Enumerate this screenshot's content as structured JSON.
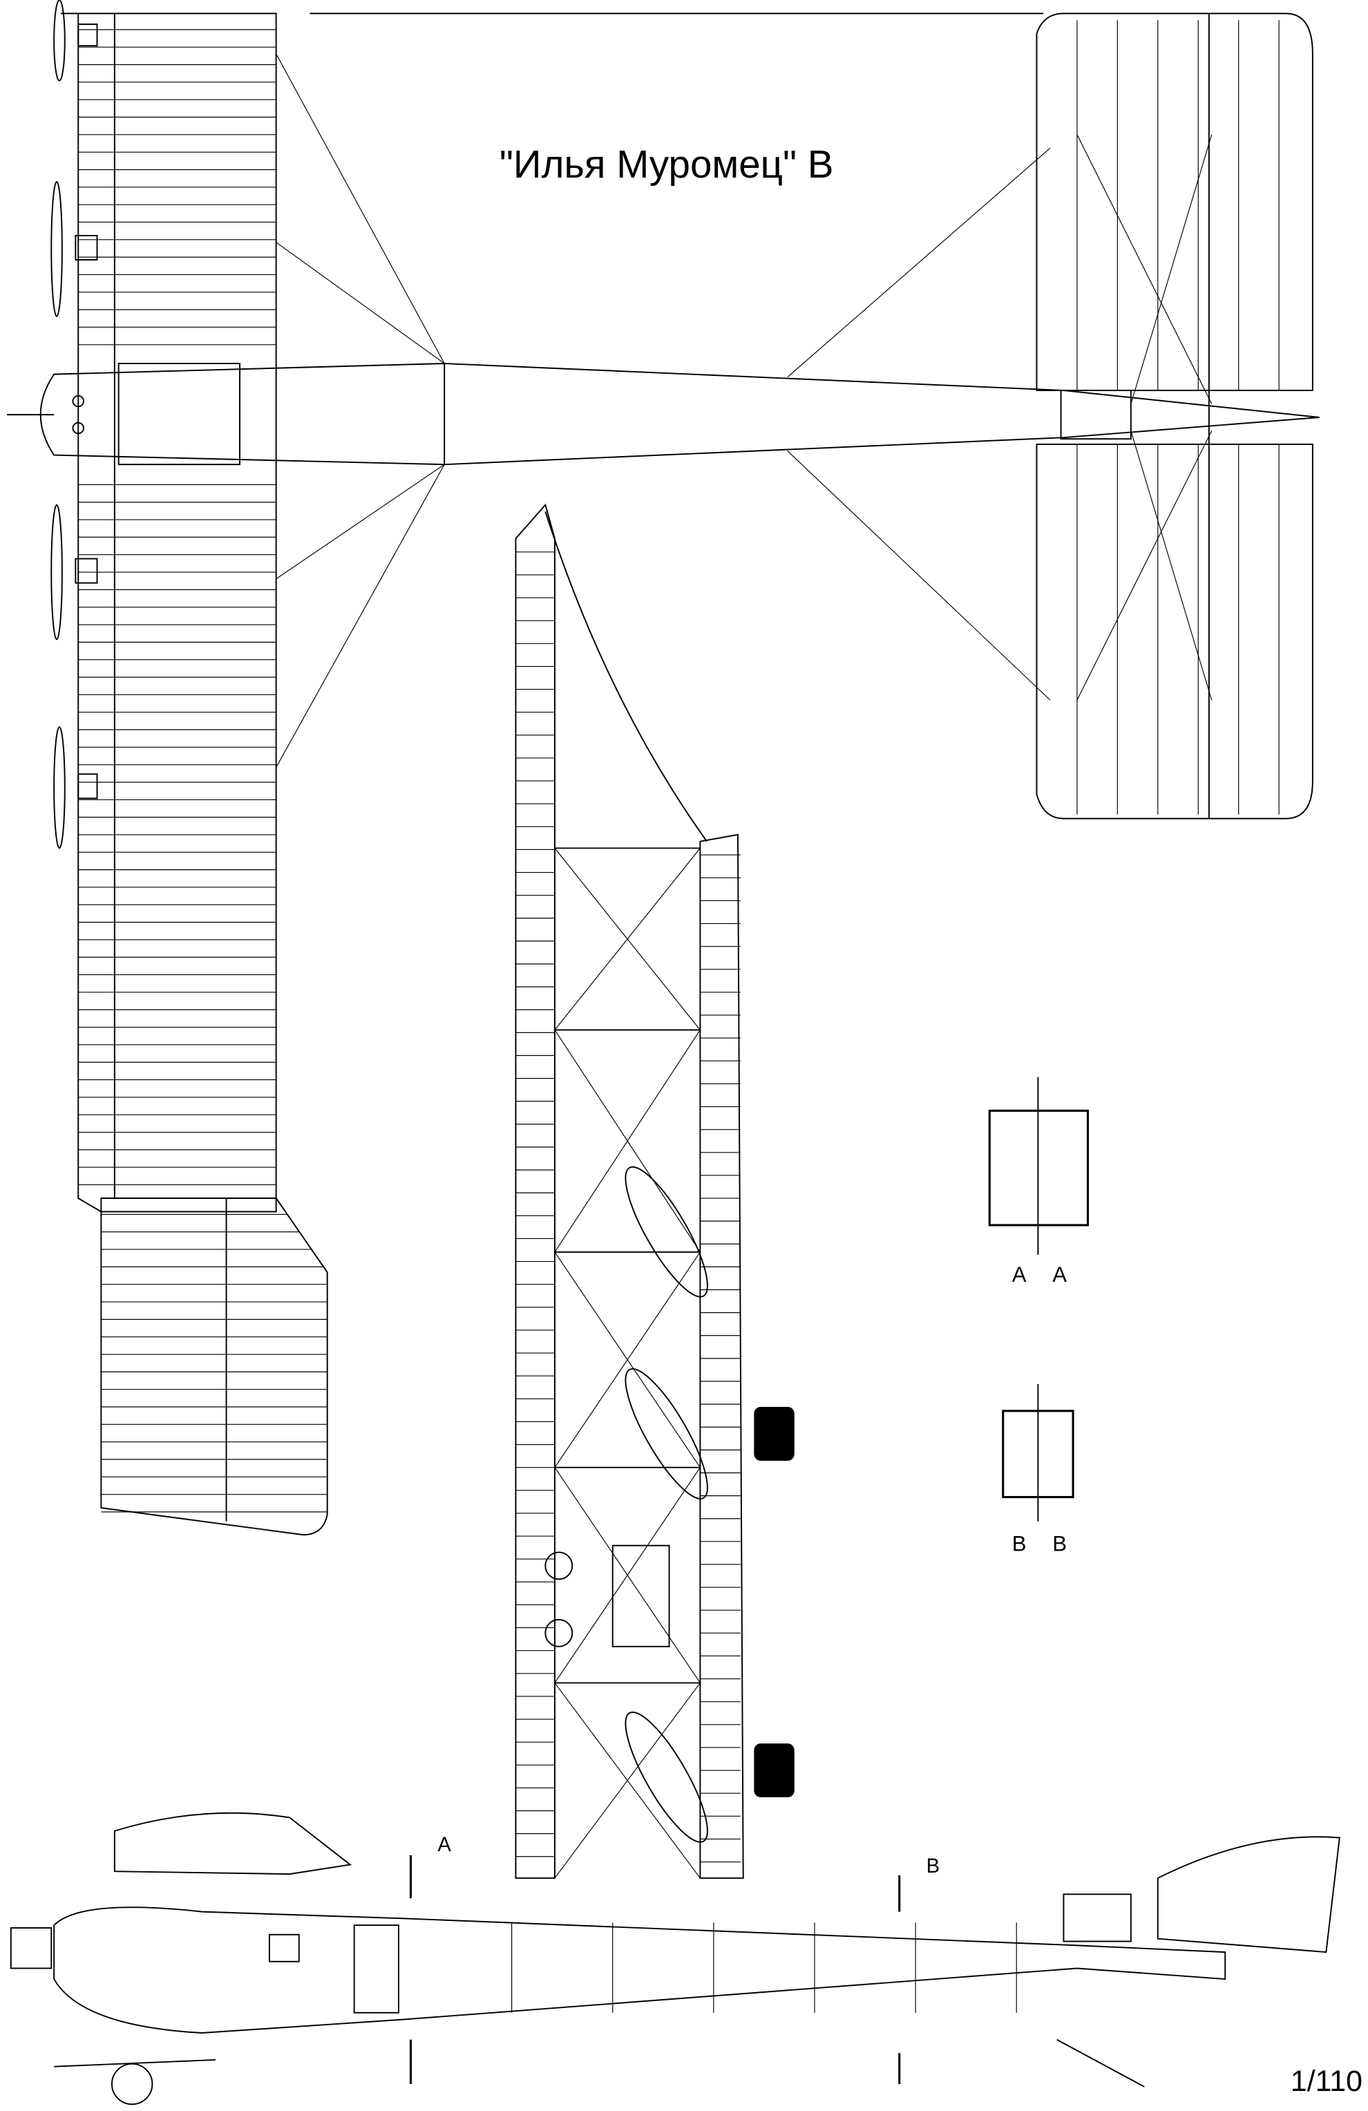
{
  "title": "\"Илья Муромец\" В",
  "sections": [
    {
      "left": "A",
      "right": "A"
    },
    {
      "left": "B",
      "right": "B"
    }
  ],
  "cut_markers": {
    "a": "A",
    "b": "B"
  },
  "scale": "1/110",
  "colors": {
    "ink": "#000000",
    "paper": "#ffffff"
  }
}
